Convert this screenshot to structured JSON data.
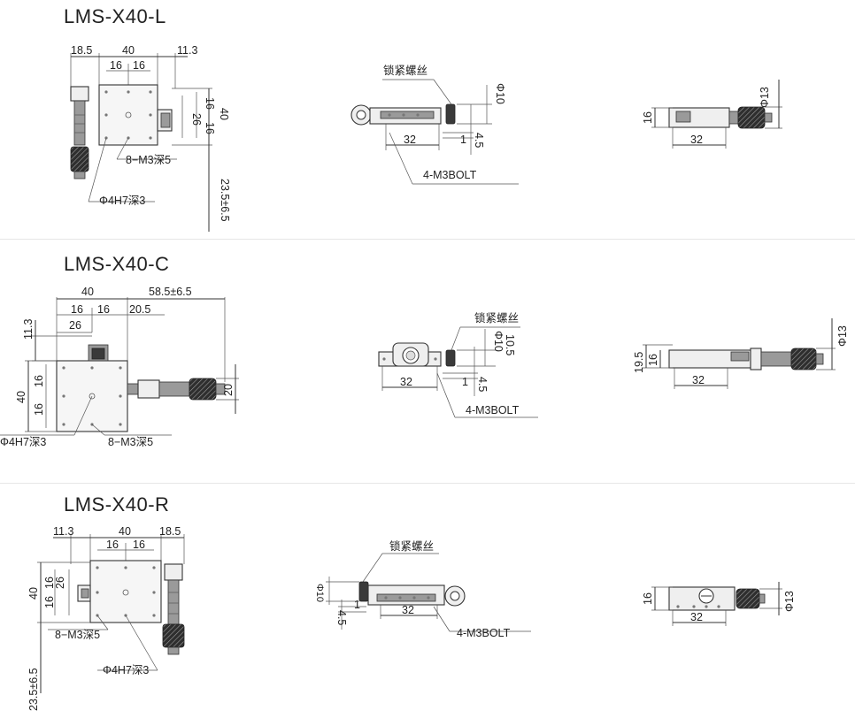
{
  "sections": [
    {
      "title": "LMS-X40-L",
      "top": {
        "d_left": "18.5",
        "d_width": "40",
        "d_right": "11.3",
        "d_pitch1": "16",
        "d_pitch2": "16",
        "d_v26": "26",
        "d_v16a": "16",
        "d_v16b": "16",
        "d_v40": "40",
        "d_travel": "23.5±6.5",
        "label_tap": "8−M3深5",
        "label_pin": "Φ4H7深3"
      },
      "front": {
        "label_lock": "锁紧螺丝",
        "d_phi": "Φ10",
        "d_32": "32",
        "d_1": "1",
        "d_45": "4.5",
        "label_bolt": "4-M3BOLT"
      },
      "side": {
        "d_phi13": "Φ13",
        "d_16": "16",
        "d_32": "32"
      }
    },
    {
      "title": "LMS-X40-C",
      "top": {
        "d_width": "40",
        "d_travel": "58.5±6.5",
        "d_pitch1": "16",
        "d_pitch2": "16",
        "d_205": "20.5",
        "d_26": "26",
        "d_113": "11.3",
        "d_v40": "40",
        "d_v16a": "16",
        "d_v16b": "16",
        "d_v20": "20",
        "label_tap": "8−M3深5",
        "label_pin": "Φ4H7深3"
      },
      "front": {
        "label_lock": "锁紧螺丝",
        "d_105": "10.5",
        "d_phi": "Φ10",
        "d_32": "32",
        "d_1": "1",
        "d_45": "4.5",
        "label_bolt": "4-M3BOLT"
      },
      "side": {
        "d_phi13": "Φ13",
        "d_195": "19.5",
        "d_16": "16",
        "d_32": "32"
      }
    },
    {
      "title": "LMS-X40-R",
      "top": {
        "d_left": "11.3",
        "d_width": "40",
        "d_right": "18.5",
        "d_pitch1": "16",
        "d_pitch2": "16",
        "d_v26": "26",
        "d_v16a": "16",
        "d_v16b": "16",
        "d_v40": "40",
        "d_travel": "23.5±6.5",
        "label_tap": "8−M3深5",
        "label_pin": "Φ4H7深3"
      },
      "front": {
        "label_lock": "锁紧螺丝",
        "d_phi": "Φ10",
        "d_32": "32",
        "d_1": "1",
        "d_45": "4.5",
        "label_bolt": "4-M3BOLT"
      },
      "side": {
        "d_phi13": "Φ13",
        "d_16": "16",
        "d_32": "32"
      }
    }
  ]
}
